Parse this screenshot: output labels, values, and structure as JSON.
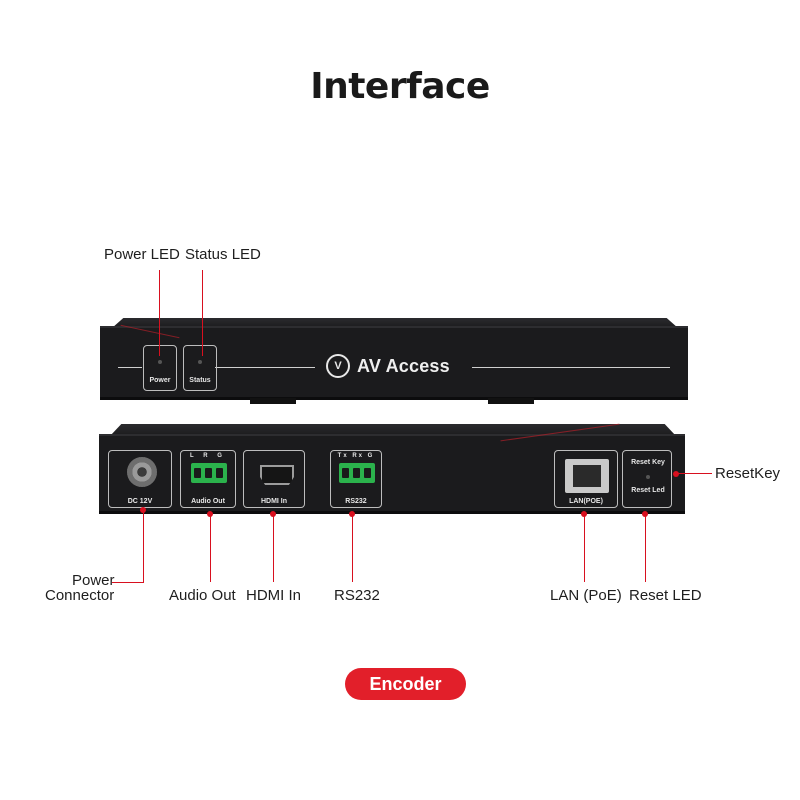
{
  "title": "Interface",
  "brand": {
    "name": "AV Access",
    "logo_mark": "V"
  },
  "front_panel": {
    "power_led_label": "Power",
    "status_led_label": "Status"
  },
  "rear_panel": {
    "dc_label": "DC 12V",
    "audio_label": "Audio Out",
    "audio_pins": "L R G",
    "hdmi_label": "HDMI In",
    "rs232_label": "RS232",
    "rs232_pins": "Tx Rx G",
    "lan_label": "LAN(POE)",
    "reset_key_label": "Reset Key",
    "reset_led_label": "Reset Led"
  },
  "callouts": {
    "power_led": "Power LED",
    "status_led": "Status LED",
    "reset_key": "ResetKey",
    "power_connector_line1": "Power",
    "power_connector_line2": "Connector",
    "audio_out": "Audio Out",
    "hdmi_in": "HDMI In",
    "rs232": "RS232",
    "lan_poe": "LAN (PoE)",
    "reset_led": "Reset LED"
  },
  "badge": "Encoder",
  "colors": {
    "accent": "#d8101f",
    "badge": "#e21f2a",
    "device": "#1b1b1d",
    "terminal": "#2bb24c"
  }
}
